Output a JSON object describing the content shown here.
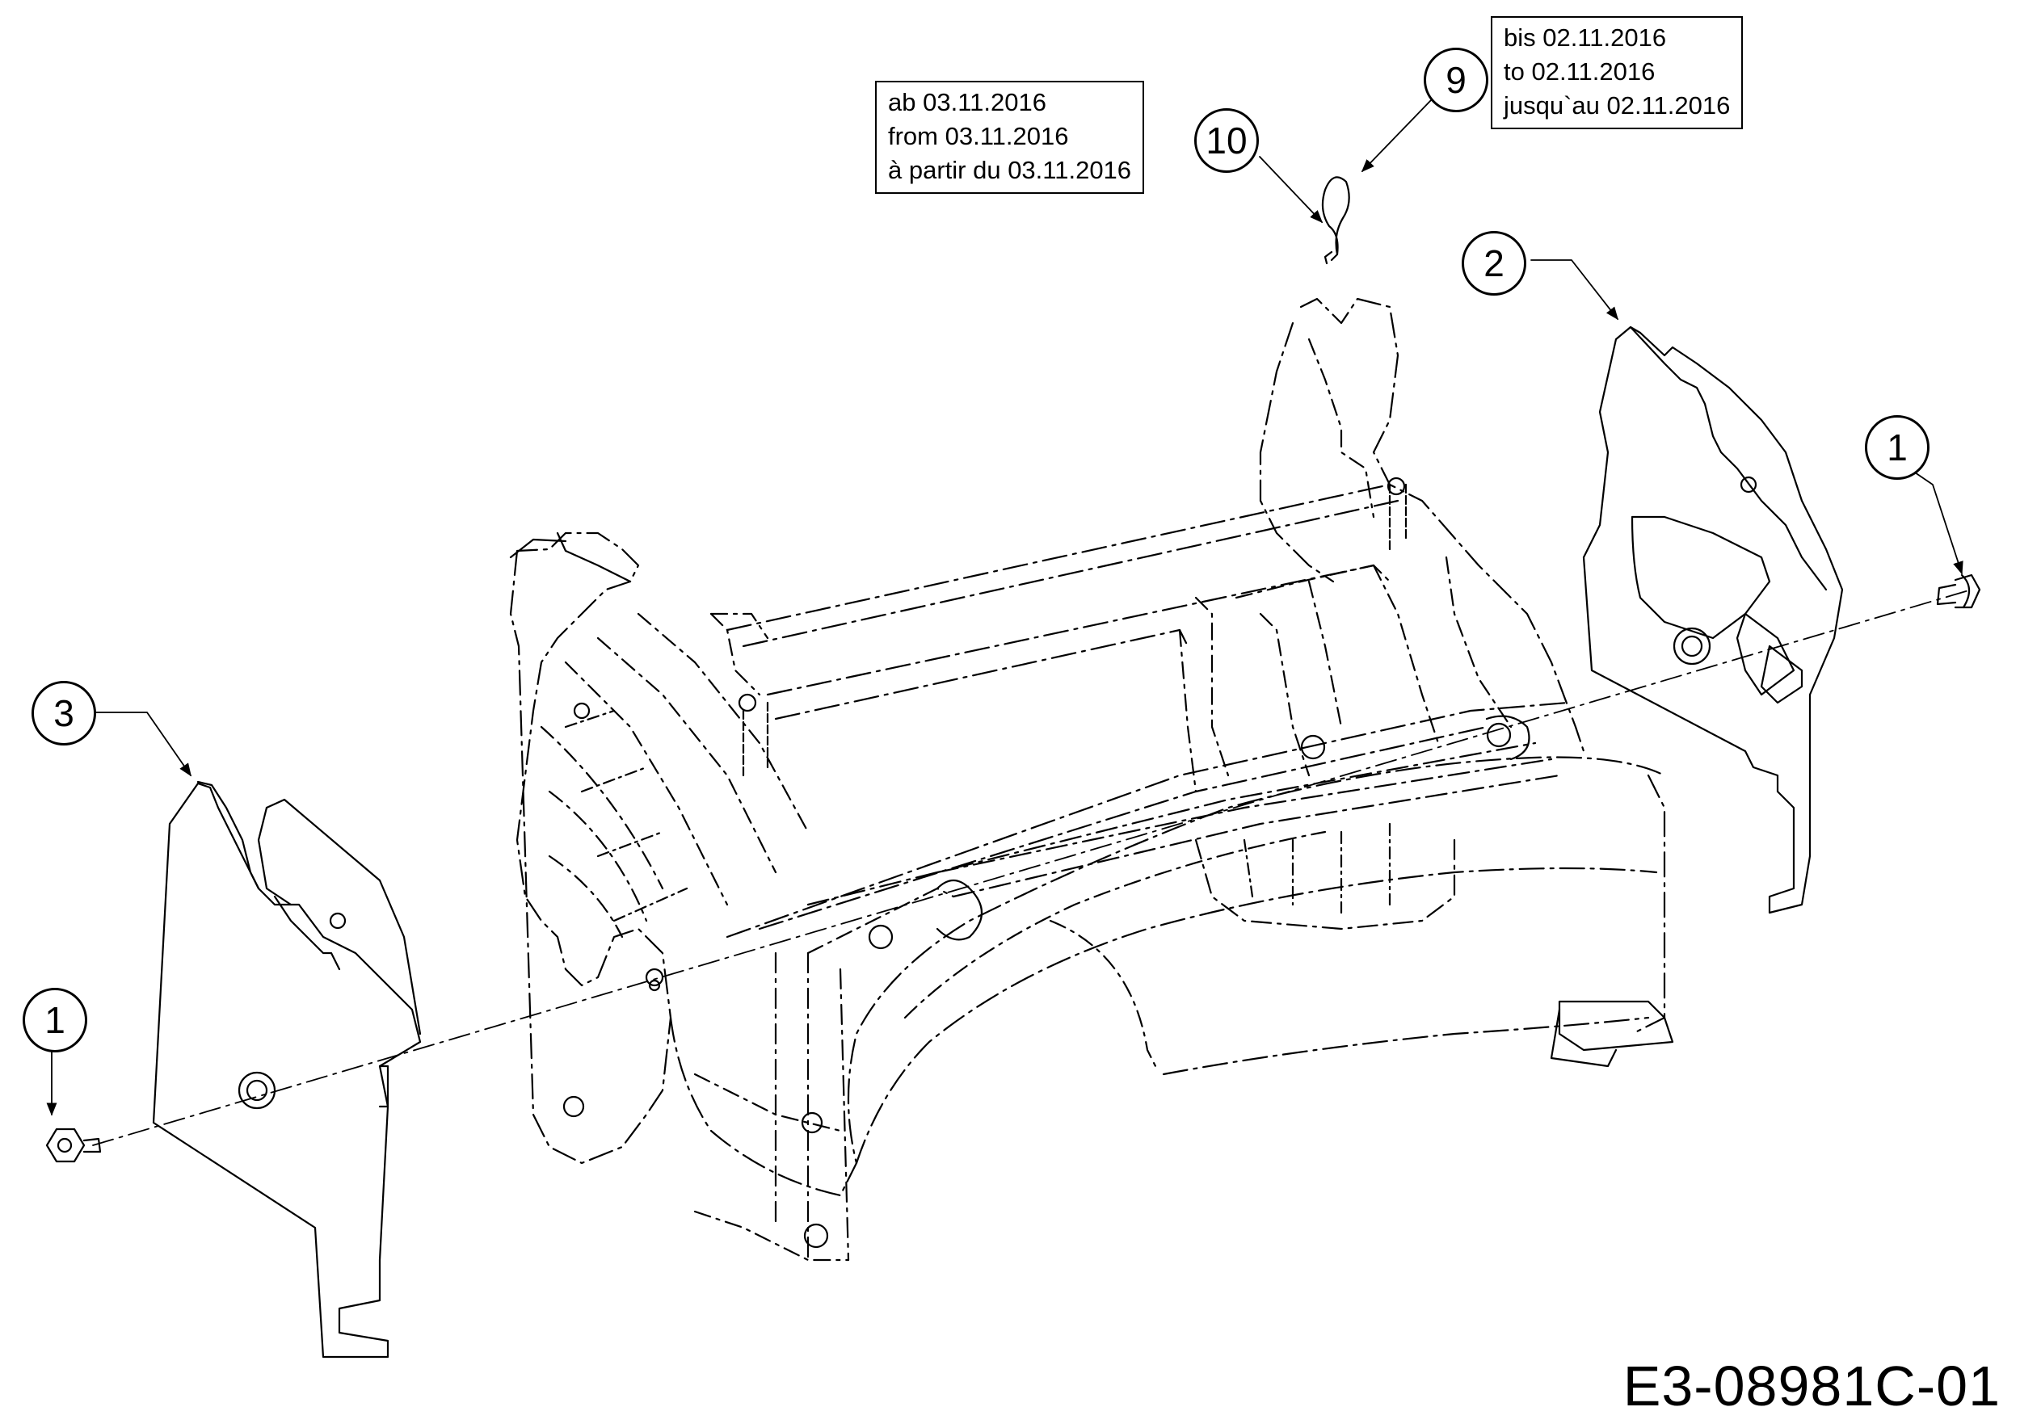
{
  "notes": {
    "from_date": {
      "line1": "ab 03.11.2016",
      "line2": "from 03.11.2016",
      "line3": "à partir du 03.11.2016"
    },
    "until_date": {
      "line1": "bis 02.11.2016",
      "line2": "to 02.11.2016",
      "line3": "jusqu`au 02.11.2016"
    }
  },
  "callouts": {
    "part_9": "9",
    "part_10": "10",
    "part_2": "2",
    "part_1_right": "1",
    "part_3": "3",
    "part_1_left": "1"
  },
  "drawing_code": "E3-08981C-01"
}
